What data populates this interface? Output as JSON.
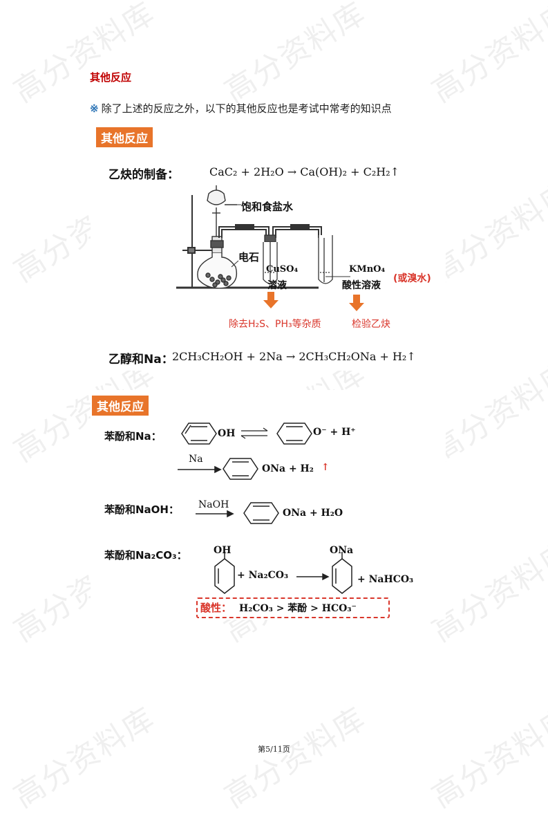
{
  "watermark_text": "高分资料库",
  "section_title": "其他反应",
  "intro": {
    "mark": "※",
    "text": "除了上述的反应之外，以下的其他反应也是考试中常考的知识点"
  },
  "panel1": {
    "tag": "其他反应",
    "acetylene_label": "乙炔的制备：",
    "acetylene_eq": "CaC₂ + 2H₂O → Ca(OH)₂ + C₂H₂↑",
    "funnel_label": "饱和食盐水",
    "carbide_label": "电石",
    "cuso4_formula": "CuSO₄",
    "cuso4_sol": "溶液",
    "kmno4_formula": "KMnO₄",
    "kmno4_sol": "酸性溶液",
    "alt_note": "(或溴水)",
    "purpose1": "除去H₂S、PH₃等杂质",
    "purpose2": "检验乙炔",
    "ethanol_label": "乙醇和Na：",
    "ethanol_eq": "2CH₃CH₂OH + 2Na → 2CH₃CH₂ONa + H₂↑"
  },
  "panel2": {
    "tag": "其他反应",
    "phenol_na_label": "苯酚和Na：",
    "oh": "OH",
    "o_minus": "O⁻ + H⁺",
    "na_reagent": "Na",
    "ona_h2": "ONa + H₂",
    "up_arrow": "↑",
    "phenol_naoh_label": "苯酚和NaOH：",
    "naoh_reagent": "NaOH",
    "ona_h2o": "ONa + H₂O",
    "phenol_na2co3_label": "苯酚和Na₂CO₃：",
    "oh_top": "OH",
    "ona_top": "ONa",
    "plus_na2co3": "+ Na₂CO₃",
    "plus_nahco3": "+ NaHCO₃",
    "acidity_label": "酸性：",
    "acidity_order": "H₂CO₃ > 苯酚 > HCO₃⁻"
  },
  "footer": "第5/11页",
  "colors": {
    "accent_red": "#c00000",
    "tag_orange": "#e8742a",
    "arrow_orange": "#e8742a",
    "note_red": "#d9362b",
    "mark_blue": "#2e75b6"
  }
}
